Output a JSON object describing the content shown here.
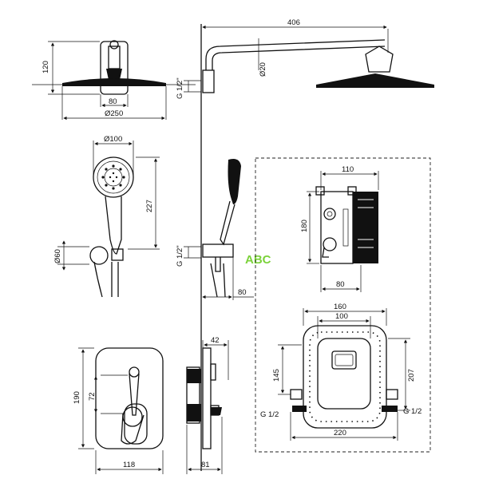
{
  "shower_head_view": {
    "height": "120",
    "neck_width": "80",
    "diameter": "Ø250"
  },
  "shower_arm": {
    "length": "406",
    "tube_diameter": "Ø20",
    "thread": "G 1/2\""
  },
  "hand_shower": {
    "diameter": "Ø100",
    "length": "227",
    "holder_diameter": "Ø60"
  },
  "wall_outlet": {
    "thread": "G 1/2\"",
    "depth": "80"
  },
  "logo_text": "ABC",
  "mixing_box": {
    "width": "110",
    "height": "180",
    "depth": "80"
  },
  "frame_view": {
    "outer_width": "160",
    "inner_width": "100",
    "height_left": "145",
    "height_right": "207",
    "bottom_width": "220",
    "thread_left": "G 1/2",
    "thread_right": "G 1/2"
  },
  "front_plate": {
    "height": "190",
    "offset": "72",
    "width": "118"
  },
  "side_plate": {
    "depth_top": "42",
    "depth_bottom": "81"
  },
  "colors": {
    "lines": "#111111",
    "logo": "#7bd23a"
  }
}
